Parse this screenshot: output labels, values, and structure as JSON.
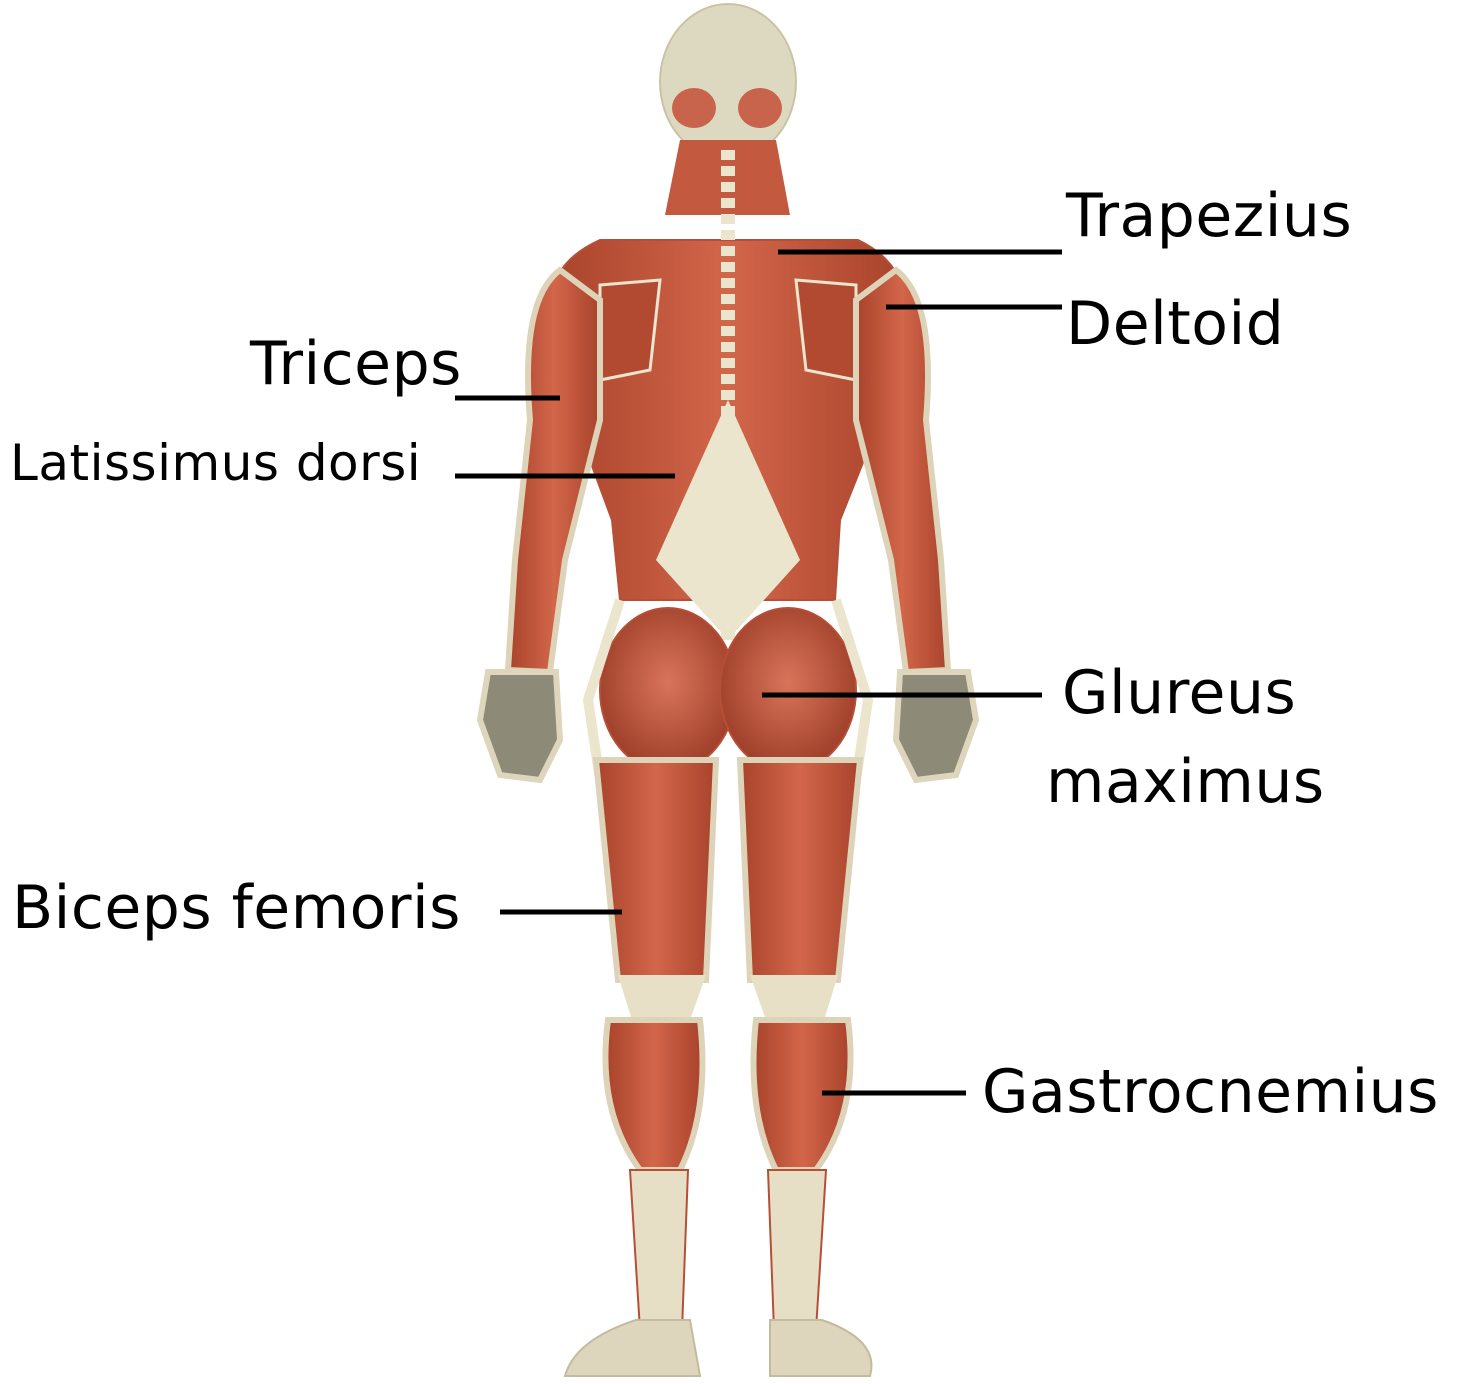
{
  "labels": {
    "trapezius": "Trapezius",
    "deltoid": "Deltoid",
    "triceps": "Triceps",
    "latissimus": "Latissimus dorsi",
    "glureus_line1": "Glureus",
    "glureus_line2": "maximus",
    "biceps_femoris": "Biceps femoris",
    "gastrocnemius": "Gastrocnemius"
  },
  "colors": {
    "muscle": "#c8573b",
    "muscle_dark": "#8f3320",
    "tendon": "#ece6cf",
    "skin_outline": "#d9d2b8",
    "leader": "#000000"
  }
}
